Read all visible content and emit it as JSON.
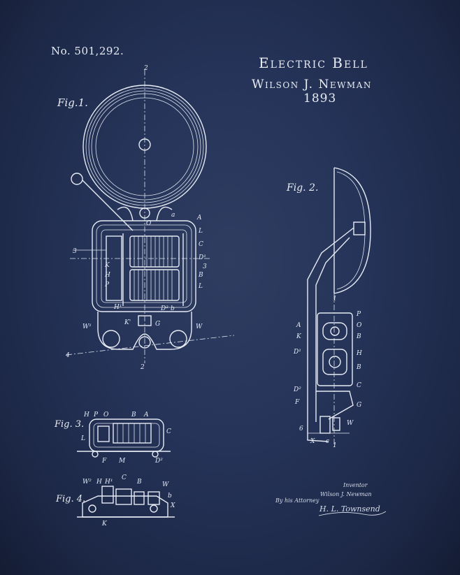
{
  "header": {
    "patent_number": "No. 501,292.",
    "title": "Electric Bell",
    "inventor": "Wilson J. Newman",
    "year": "1893"
  },
  "figures": {
    "fig1": "Fig.1.",
    "fig2": "Fig. 2.",
    "fig3": "Fig. 3.",
    "fig4": "Fig. 4."
  },
  "signature": {
    "inventor_label": "Inventor",
    "inventor_name": "Wilson J. Newman",
    "attorney_label": "By his Attorney",
    "attorney_name": "H. L. Townsend"
  },
  "drawing_labels": {
    "section_2": "2",
    "section_3": "3",
    "section_4": "4",
    "section_1": "1",
    "fig1": [
      "O",
      "a",
      "A",
      "L",
      "C",
      "D¹",
      "3",
      "B",
      "L",
      "K",
      "H",
      "P",
      "H¹",
      "D²",
      "b",
      "W¹",
      "K'",
      "G",
      "W"
    ],
    "fig2": [
      "P",
      "O",
      "B",
      "H",
      "B",
      "C",
      "A",
      "K",
      "D¹",
      "D²",
      "F",
      "G",
      "W",
      "6",
      "X",
      "c"
    ],
    "fig3": [
      "H",
      "P",
      "O",
      "B",
      "A",
      "L",
      "C",
      "F",
      "M",
      "D²"
    ],
    "fig4": [
      "W²",
      "H",
      "H¹",
      "C",
      "B",
      "W",
      "b",
      "X",
      "K"
    ]
  },
  "colors": {
    "background": "#26345a",
    "ink": "#e6ebf4"
  }
}
